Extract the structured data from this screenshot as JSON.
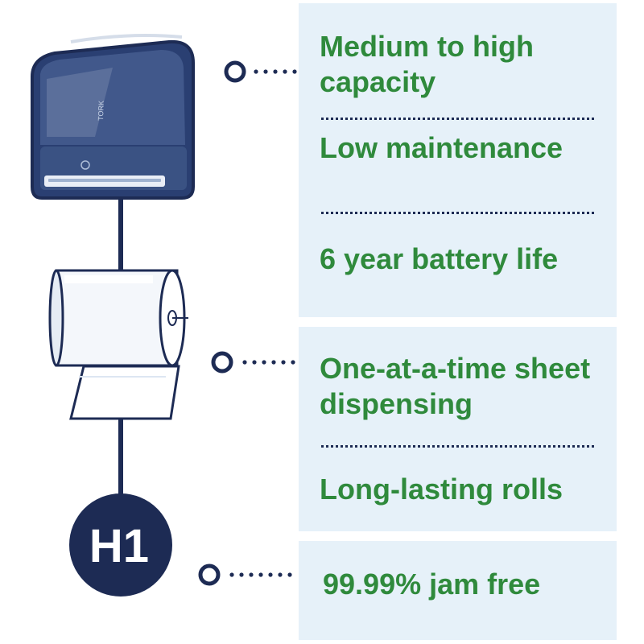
{
  "features": {
    "group1": [
      {
        "text": "Medium to high capacity"
      },
      {
        "text": "Low maintenance"
      },
      {
        "text": "6 year battery life"
      }
    ],
    "group2": [
      {
        "text": "One-at-a-time sheet dispensing"
      },
      {
        "text": "Long-lasting rolls"
      }
    ],
    "group3": [
      {
        "text": "99.99% jam free"
      }
    ]
  },
  "badge": {
    "label": "H1"
  },
  "dispenser": {
    "brand_mark": "TORK"
  },
  "colors": {
    "panel_bg": "#e6f1f9",
    "feature_text": "#2f8a3c",
    "navy": "#1d2b54",
    "badge_text": "#ffffff"
  }
}
